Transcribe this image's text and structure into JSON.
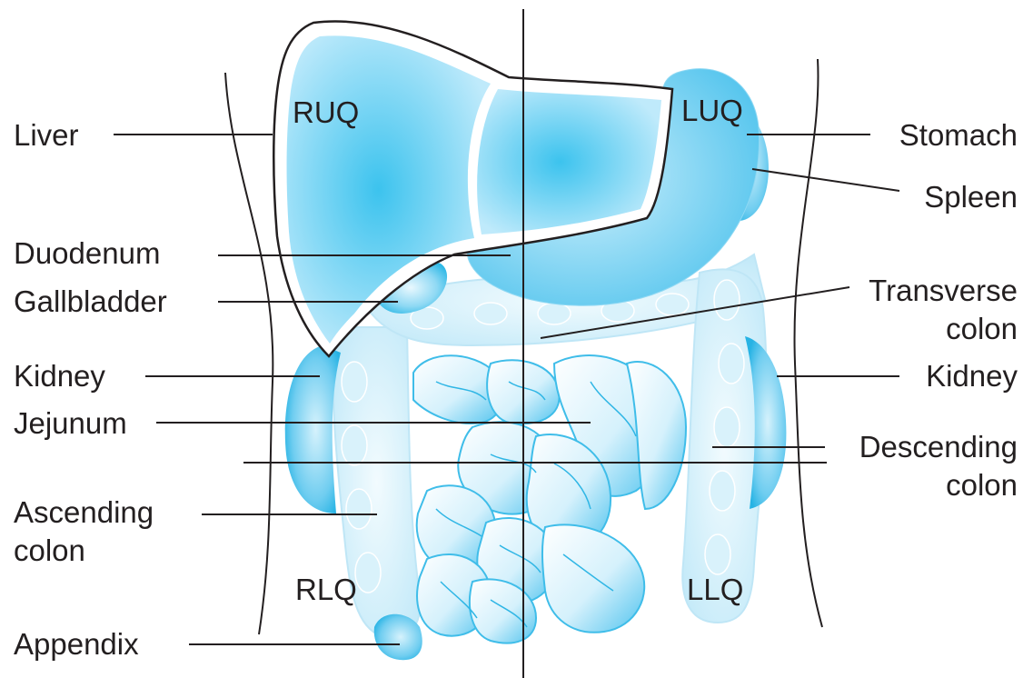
{
  "quadrants": {
    "ruq": "RUQ",
    "luq": "LUQ",
    "rlq": "RLQ",
    "llq": "LLQ"
  },
  "labels_left": {
    "liver": "Liver",
    "duodenum": "Duodenum",
    "gallbladder": "Gallbladder",
    "kidney": "Kidney",
    "jejunum": "Jejunum",
    "ascending_colon_1": "Ascending",
    "ascending_colon_2": "colon",
    "appendix": "Appendix"
  },
  "labels_right": {
    "stomach": "Stomach",
    "spleen": "Spleen",
    "transverse_colon_1": "Transverse",
    "transverse_colon_2": "colon",
    "kidney": "Kidney",
    "descending_colon_1": "Descending",
    "descending_colon_2": "colon"
  },
  "colors": {
    "organ_light": "#e6f6fd",
    "organ_mid": "#9fdff6",
    "organ_dark": "#2dbbe8",
    "line": "#231f20"
  }
}
